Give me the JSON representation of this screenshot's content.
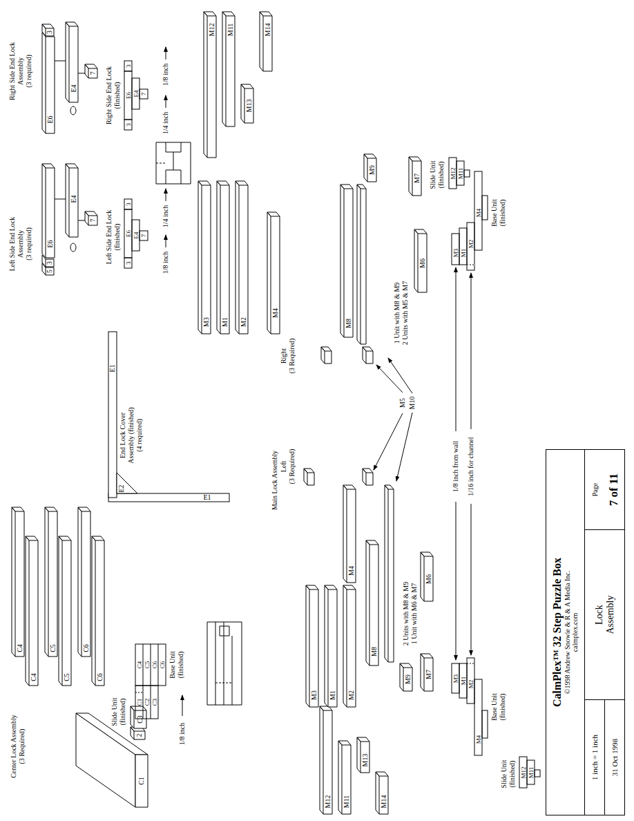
{
  "diagram": {
    "nodes": [
      {
        "text": [
          "CalmPlex™ 32 Step Puzzle Box",
          "©1998 Andrew Snowie & R & A Media Inc.",
          "calmplex.com"
        ]
      },
      {
        "text": [
          "1 inch = 1 inch",
          "31 Oct 1998"
        ],
        "in": 0
      },
      {
        "text": [
          "Lock Assembly"
        ],
        "in": 0
      },
      {
        "text": [
          "Page",
          "7 of 11"
        ],
        "in": 0
      }
    ],
    "labels": [
      "Center Lock Assembly",
      "(3 Required)",
      "C1",
      "2",
      "C3",
      "C4",
      "C4",
      "C5",
      "C5",
      "C6",
      "C6",
      "Slide Unit",
      "(finished)",
      "C1",
      "C2",
      "C3",
      "C4",
      "C5",
      "C6",
      "C6",
      "Base Unit",
      "(finished)",
      "1/8 inch",
      "End Lock Cover",
      "Assembly (finished)",
      "(4 required)",
      "E1",
      "E2",
      "E1",
      "Main Lock Assembly",
      "Left",
      "(3 Required)",
      "Right",
      "(3 Required)",
      "M12",
      "M11",
      "M13",
      "M14",
      "M3",
      "M1",
      "M2",
      "M4",
      "M8",
      "M9",
      "2 Units with M8 & M9",
      "1 Unit with M6 & M7",
      "M7",
      "M6",
      "M5",
      "M10",
      "M3",
      "M1",
      "M2",
      "M4",
      "M8",
      "M9",
      "M12",
      "M11",
      "M13",
      "M14",
      "1 Unit with M8 & M9",
      "2 Units with M5 & M7",
      "M6",
      "M7",
      "Slide Unit",
      "(finished)",
      "M12",
      "M11",
      "M3",
      "M1",
      "M2",
      "M4",
      "Base Unit",
      "(finished)",
      "1/8 inch from wall",
      "1/16 inch for channel",
      "M3",
      "M1",
      "M2",
      "M4",
      "Base Unit",
      "(finished)",
      "Slide Unit",
      "(finished)",
      "M12",
      "M11",
      "Left Side End Lock",
      "Assembly",
      "(3 required)",
      "5",
      "3",
      "E6",
      "E4",
      "7",
      "Right Side End Lock",
      "Assembly",
      "(3 required)",
      "E6",
      "3",
      "E4",
      "7",
      "Left Side End Lock",
      "(finished)",
      "Right Side End Lock",
      "(finished)",
      "3",
      "E6",
      "3",
      "E4",
      "7",
      "3",
      "E6",
      "3",
      "E4",
      "7",
      "1/8 inch",
      "1/4 inch",
      "1/4 inch",
      "1/8 inch"
    ]
  }
}
